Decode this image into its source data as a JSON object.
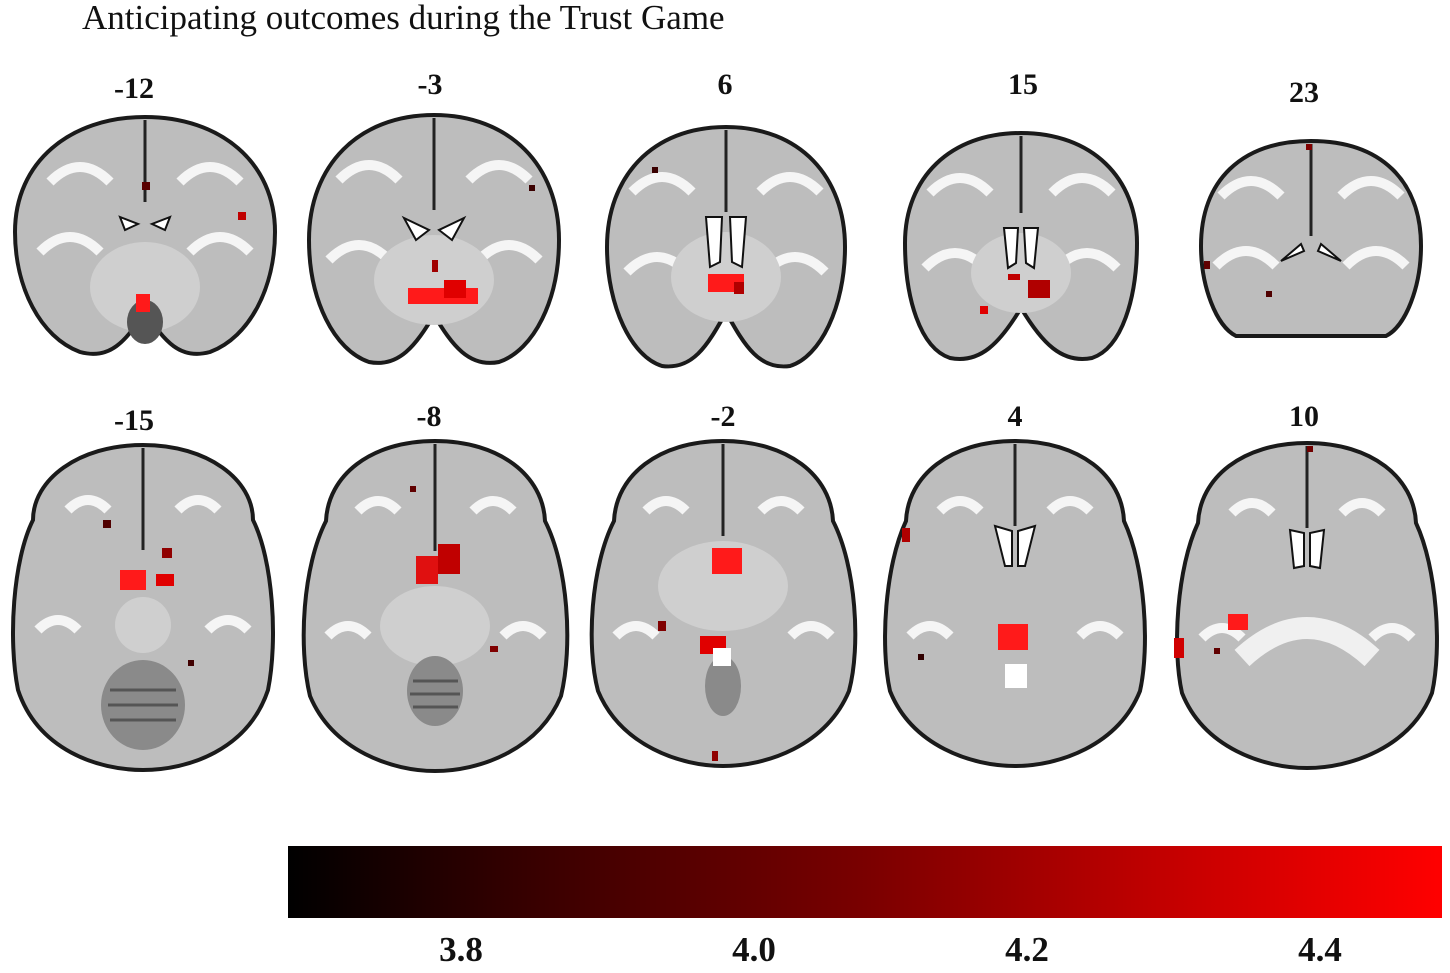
{
  "title": "Anticipating outcomes during the Trust Game",
  "rows": [
    {
      "view": "coronal",
      "slices": [
        {
          "label": "-12"
        },
        {
          "label": "-3"
        },
        {
          "label": "6"
        },
        {
          "label": "15"
        },
        {
          "label": "23"
        }
      ]
    },
    {
      "view": "axial",
      "slices": [
        {
          "label": "-15"
        },
        {
          "label": "-8"
        },
        {
          "label": "-2"
        },
        {
          "label": "4"
        },
        {
          "label": "10"
        }
      ]
    }
  ],
  "colorbar": {
    "ticks": [
      "3.8",
      "4.0",
      "4.2",
      "4.4"
    ],
    "colors": [
      "#000000",
      "#ff0000"
    ]
  }
}
